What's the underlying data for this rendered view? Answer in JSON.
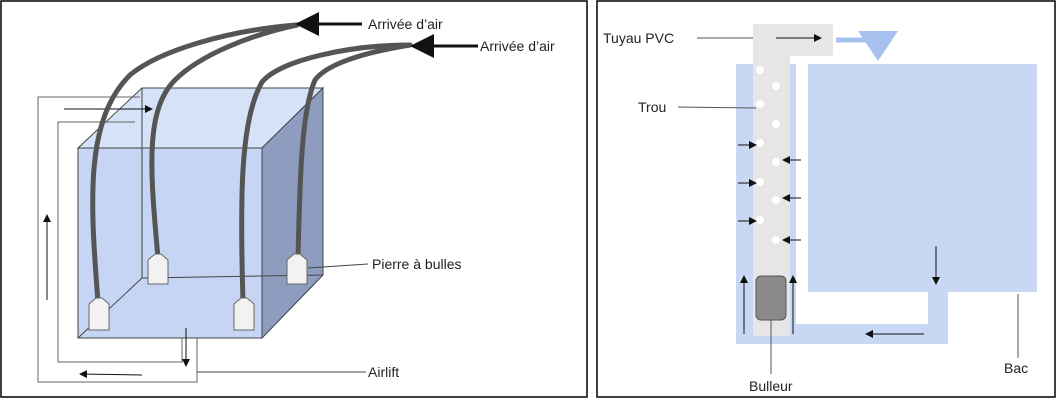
{
  "left_diagram": {
    "labels": {
      "air_inlet_1": "Arrivée d’air",
      "air_inlet_2": "Arrivée d’air",
      "air_stone": "Pierre à bulles",
      "airlift": "Airlift"
    },
    "colors": {
      "cube_front": "#c5d5f3",
      "cube_top": "#d6e2f8",
      "cube_side": "#8e9dbf",
      "tube": "#555555",
      "stone": "#f2f2f2"
    }
  },
  "right_diagram": {
    "labels": {
      "pvc_pipe": "Tuyau PVC",
      "hole": "Trou",
      "bubbler": "Bulleur",
      "tank": "Bac"
    },
    "colors": {
      "water": "#c7d7f4",
      "pipe": "#e6e6e6",
      "hole": "#ffffff",
      "bubbler": "#8a8a8a",
      "flow_arrow": "#a8c0ee"
    }
  }
}
